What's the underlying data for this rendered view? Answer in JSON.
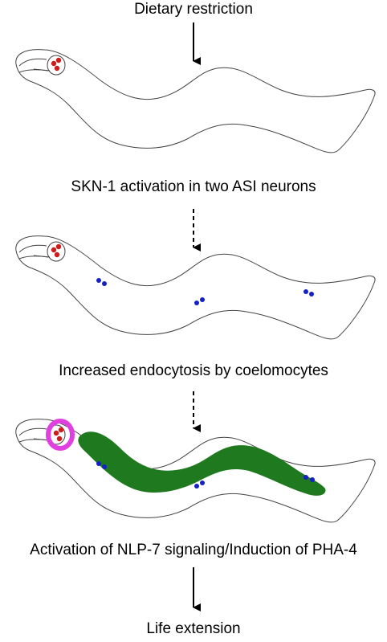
{
  "steps": {
    "s1": "Dietary restriction",
    "s2": "SKN-1 activation in two ASI neurons",
    "s3": "Increased endocytosis by coelomocytes",
    "s4": "Activation of NLP-7 signaling/Induction of PHA-4",
    "s5": "Life extension"
  },
  "colors": {
    "neuron": "#d11a1a",
    "coelomocyte": "#1420c8",
    "intestine": "#1f7a1f",
    "pharynx_ring": "#e040e0"
  },
  "arrows": [
    "solid",
    "dashed",
    "dashed",
    "solid"
  ]
}
